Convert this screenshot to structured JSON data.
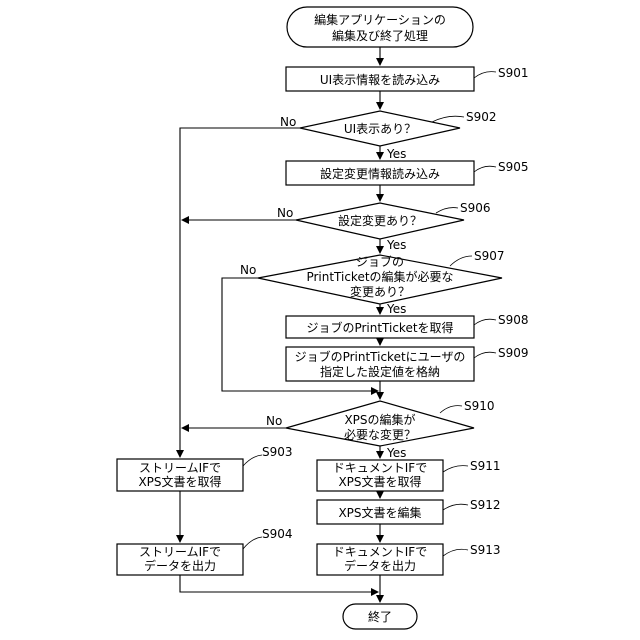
{
  "flowchart": {
    "start": {
      "line1": "編集アプリケーションの",
      "line2": "編集及び終了処理"
    },
    "end": {
      "label": "終了"
    },
    "steps": {
      "s901": {
        "id": "S901",
        "line1": "UI表示情報を読み込み"
      },
      "s902": {
        "id": "S902",
        "line1": "UI表示あり？"
      },
      "s905": {
        "id": "S905",
        "line1": "設定変更情報読み込み"
      },
      "s906": {
        "id": "S906",
        "line1": "設定変更あり？"
      },
      "s907": {
        "id": "S907",
        "line1": "ジョブの",
        "line2": "PrintTicketの編集が必要な",
        "line3": "変更あり？"
      },
      "s908": {
        "id": "S908",
        "line1": "ジョブのPrintTicketを取得"
      },
      "s909": {
        "id": "S909",
        "line1": "ジョブのPrintTicketにユーザの",
        "line2": "指定した設定値を格納"
      },
      "s910": {
        "id": "S910",
        "line1": "XPSの編集が",
        "line2": "必要な変更？"
      },
      "s903": {
        "id": "S903",
        "line1": "ストリームIFで",
        "line2": "XPS文書を取得"
      },
      "s904": {
        "id": "S904",
        "line1": "ストリームIFで",
        "line2": "データを出力"
      },
      "s911": {
        "id": "S911",
        "line1": "ドキュメントIFで",
        "line2": "XPS文書を取得"
      },
      "s912": {
        "id": "S912",
        "line1": "XPS文書を編集"
      },
      "s913": {
        "id": "S913",
        "line1": "ドキュメントIFで",
        "line2": "データを出力"
      }
    },
    "labels": {
      "yes": "Yes",
      "no": "No"
    }
  }
}
